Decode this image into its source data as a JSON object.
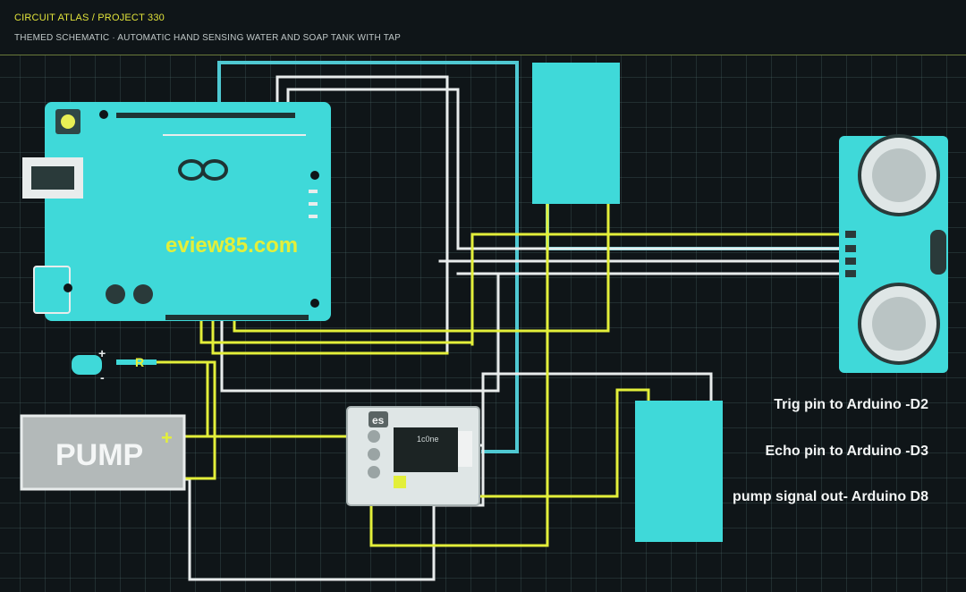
{
  "header": {
    "breadcrumb": "CIRCUIT ATLAS / PROJECT 330",
    "subtitle": "THEMED SCHEMATIC · AUTOMATIC HAND SENSING WATER AND SOAP TANK WITH TAP"
  },
  "components": {
    "arduino": {
      "watermark": "eview85.com"
    },
    "led": {
      "plus": "+",
      "minus": "-"
    },
    "resistor": {
      "label": "R"
    },
    "pump": {
      "label": "PUMP",
      "plus": "+"
    },
    "relay": {
      "brand": "es",
      "model": "1c0ne"
    }
  },
  "notes": [
    "Trig pin to Arduino -D2",
    "Echo pin to Arduino -D3",
    "pump signal out- Arduino D8"
  ],
  "colors": {
    "cyan": "#3fd9d9",
    "wire_cyan": "#4fc8d2",
    "wire_yellow": "#e3ef3a",
    "wire_white": "#e8ecec",
    "background": "#0f1518"
  }
}
